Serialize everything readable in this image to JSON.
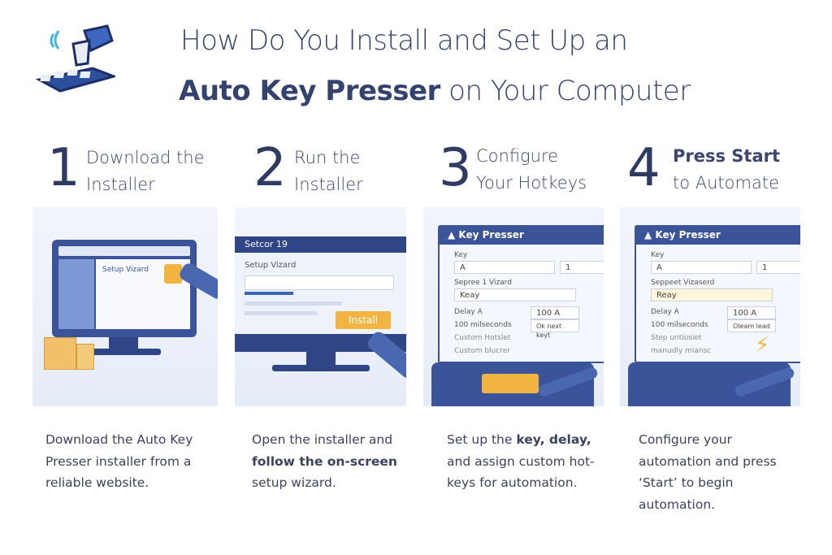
{
  "title": {
    "line1": "How Do You Install and Set Up an",
    "line2_bold": "Auto Key Presser",
    "line2_rest": " on Your Computer"
  },
  "steps": [
    {
      "number": "1",
      "label_line1": "Download the",
      "label_line2": "Installer",
      "description": "Download the Auto Key Presser installer from a reliable website.",
      "screen": {
        "window_title": "Setup Vizard"
      }
    },
    {
      "number": "2",
      "label_line1": "Run the",
      "label_line2": "Installer",
      "description_pre": "Open the installer and ",
      "description_bold": "follow the on-screen",
      "description_post": " setup wizard.",
      "screen": {
        "window_title": "Setcor 19",
        "subtitle": "Setup Vizard",
        "button": "Install"
      }
    },
    {
      "number": "3",
      "label_line1": "Configure",
      "label_line2": "Your Hotkeys",
      "description_pre": "Set up the ",
      "description_bold": "key, delay,",
      "description_post": " and assign custom hot-keys for automation.",
      "screen": {
        "window_title": "Key Presser",
        "key_label": "Key",
        "key_value": "A",
        "count": "1",
        "section": "Sepree 1 Vizard",
        "select": "Keay",
        "delay_label": "Delay A",
        "delay_value": "100 A",
        "option1": "100 milseconds",
        "option2": "Custom Hotslet",
        "option3": "Custom blucrer",
        "status": "Ok next keyt"
      }
    },
    {
      "number": "4",
      "label_bold": "Press Start",
      "label_line2": "to Automate",
      "description": "Configure your automation and press ‘Start’ to begin automation.",
      "screen": {
        "window_title": "Key Presser",
        "key_label": "Key",
        "key_value": "A",
        "count": "1",
        "section": "Seppeet Vizaserd",
        "select": "Reay",
        "delay_label": "Delay A",
        "delay_value": "100 A",
        "option1": "100 milseconds",
        "option2": "Step untiosiet",
        "option3": "manudly miansc",
        "status": "Oleam lead"
      }
    }
  ],
  "colors": {
    "navy": "#34426e",
    "accent": "#f2b441",
    "window": "#3b5499"
  }
}
